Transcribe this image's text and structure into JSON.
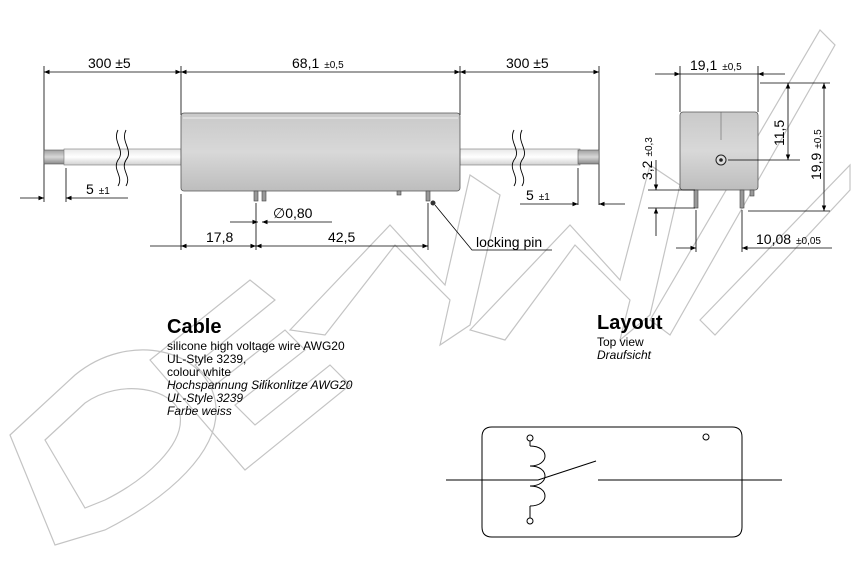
{
  "watermark": "DEMM",
  "dimensions": {
    "cable_left": "300 ±5",
    "body_length_value": "68,1",
    "body_length_tol": "±0,5",
    "cable_right": "300 ±5",
    "strip_left_value": "5",
    "strip_left_tol": "±1",
    "strip_right_value": "5",
    "strip_right_tol": "±1",
    "pin_diameter": "∅0,80",
    "pin_offset": "17,8",
    "pin_spacing": "42,5",
    "locking_pin": "locking pin",
    "width_value": "19,1",
    "width_tol": "±0,5",
    "height_total_value": "19,9",
    "height_total_tol": "±0,5",
    "height_center": "11,5",
    "pin_length_value": "3,2",
    "pin_length_tol": "±0,3",
    "depth_value": "10,08",
    "depth_tol": "±0,05"
  },
  "cable": {
    "heading": "Cable",
    "lines": [
      "silicone high voltage wire AWG20",
      "UL-Style 3239,",
      "colour white"
    ],
    "lines_de": [
      "Hochspannung Silikonlitze AWG20",
      "UL-Style 3239",
      "Farbe weiss"
    ]
  },
  "layout": {
    "heading": "Layout",
    "sub_en": "Top view",
    "sub_de": "Draufsicht"
  }
}
